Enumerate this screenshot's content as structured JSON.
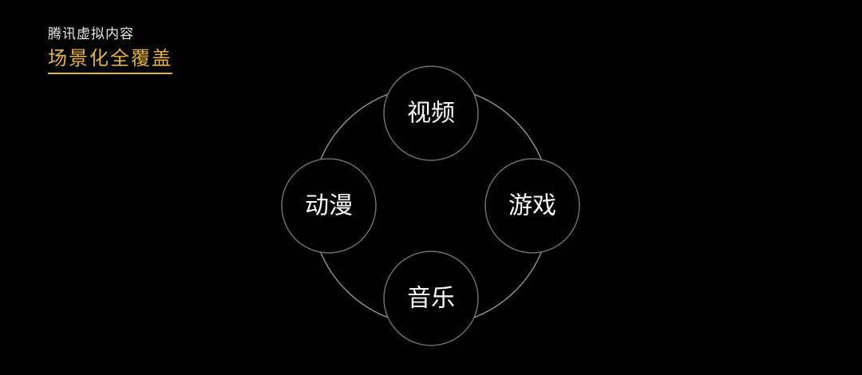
{
  "header": {
    "subtitle": "腾讯虚拟内容",
    "title": "场景化全覆盖"
  },
  "diagram": {
    "nodes": [
      {
        "id": "top",
        "label": "视频"
      },
      {
        "id": "right",
        "label": "游戏"
      },
      {
        "id": "bottom",
        "label": "音乐"
      },
      {
        "id": "left",
        "label": "动漫"
      }
    ]
  },
  "colors": {
    "background": "#000000",
    "accent": "#e3b23c",
    "ring": "#8a8a8a",
    "node_border": "#6e6e6e",
    "node_fill": "#000000",
    "text": "#ffffff"
  }
}
